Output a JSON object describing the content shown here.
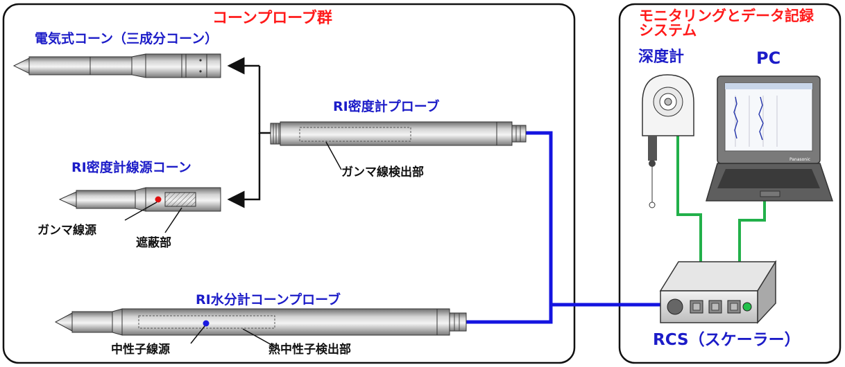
{
  "groups": {
    "probes": {
      "title": "コーンプローブ群"
    },
    "monitoring": {
      "title_line1": "モニタリングとデータ記録",
      "title_line2": "システム"
    }
  },
  "probes": {
    "electric_cone": "電気式コーン（三成分コーン）",
    "ri_density_probe": "RI密度計プローブ",
    "ri_density_source_cone": "RI密度計線源コーン",
    "ri_moisture_probe": "RI水分計コーンプローブ"
  },
  "parts": {
    "gamma_detector": "ガンマ線検出部",
    "gamma_source": "ガンマ線源",
    "shield": "遮蔽部",
    "neutron_source": "中性子線源",
    "thermal_neutron_detector": "熱中性子検出部"
  },
  "devices": {
    "depth_meter": "深度計",
    "pc": "PC",
    "rcs": "RCS（スケーラー）",
    "laptop_brand": "Panasonic"
  },
  "colors": {
    "title_red": "#ff1a1a",
    "label_blue": "#1c1cc8",
    "signal_cable": "#1414e0",
    "data_cable": "#22b04a",
    "gamma_source_dot": "#e01010",
    "neutron_source_dot": "#1a1ae0"
  }
}
